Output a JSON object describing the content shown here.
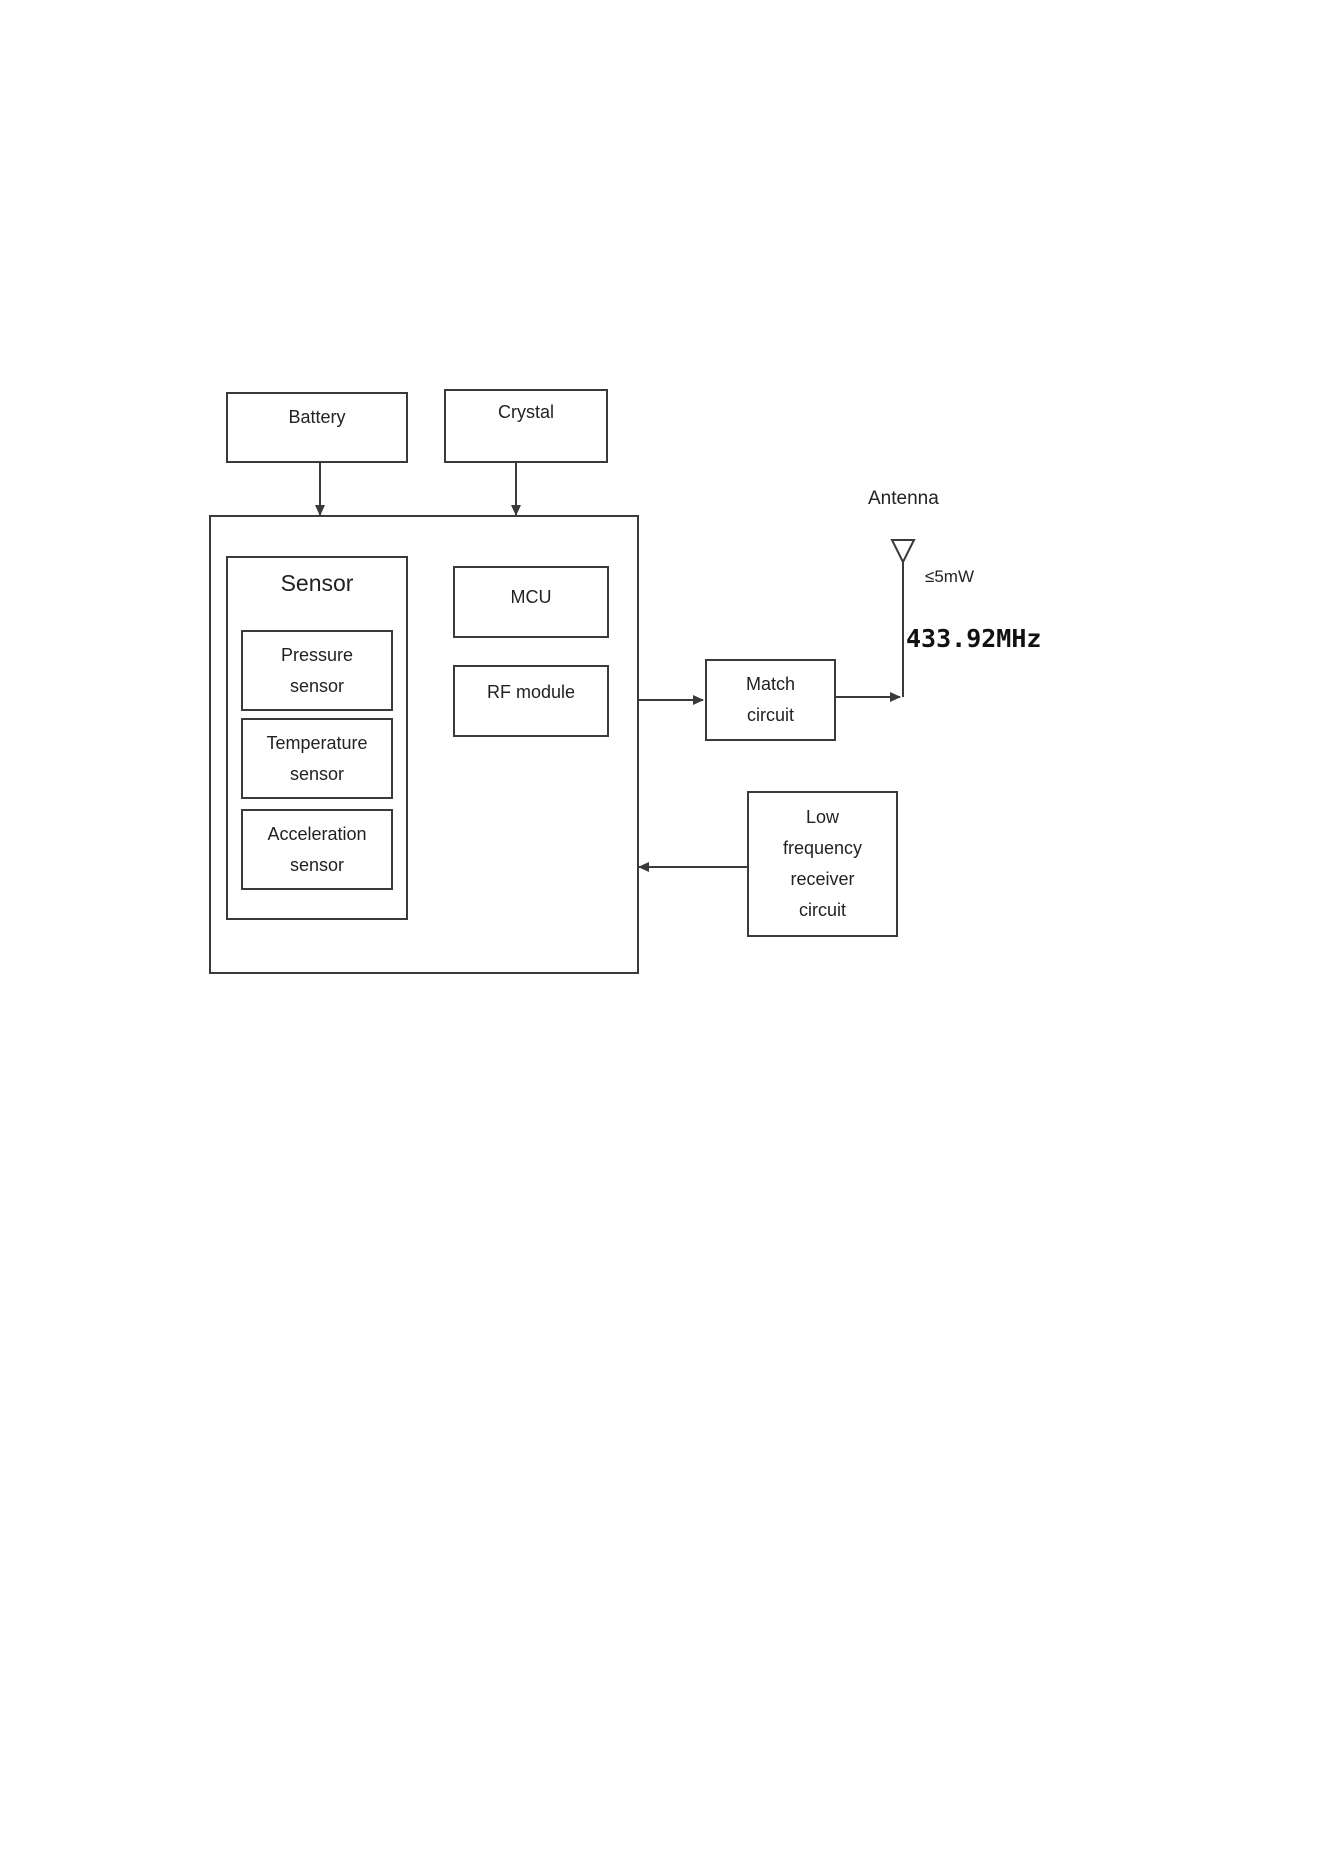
{
  "diagram": {
    "battery": "Battery",
    "crystal": "Crystal",
    "sensor_group": "Sensor",
    "pressure_sensor": "Pressure\nsensor",
    "temperature_sensor": "Temperature\nsensor",
    "acceleration_sensor": "Acceleration\nsensor",
    "mcu": "MCU",
    "rf_module": "RF module",
    "match_circuit": "Match\ncircuit",
    "low_freq_receiver": "Low\nfrequency\nreceiver\ncircuit",
    "antenna": "Antenna",
    "power_limit": "≤5mW",
    "frequency": "433.92MHz"
  },
  "colors": {
    "line": "#3a3a3a",
    "text": "#222222",
    "background": "#ffffff"
  }
}
